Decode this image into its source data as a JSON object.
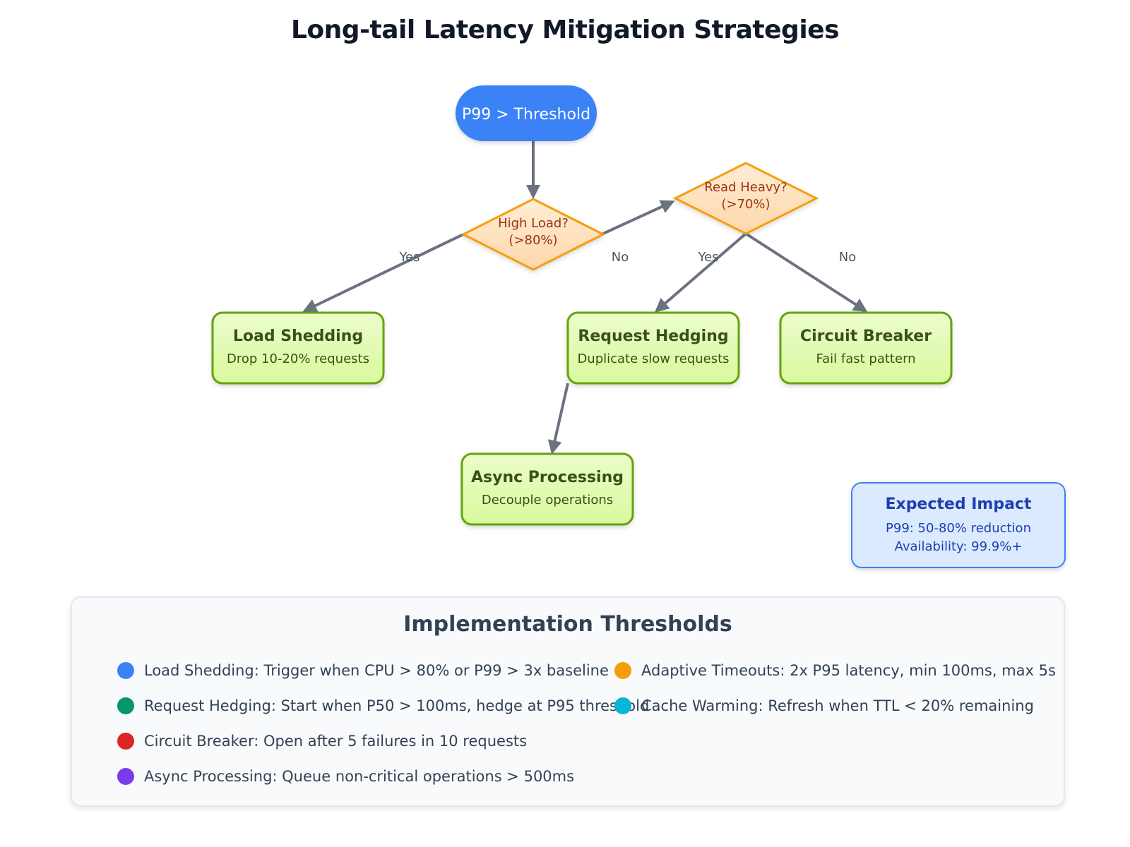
{
  "title": "Long-tail Latency Mitigation Strategies",
  "flow": {
    "start": "P99 > Threshold",
    "decision_load": {
      "line1": "High Load?",
      "line2": "(>80%)"
    },
    "decision_read": {
      "line1": "Read Heavy?",
      "line2": "(>70%)"
    },
    "edges": {
      "load_yes": "Yes",
      "load_no": "No",
      "read_yes": "Yes",
      "read_no": "No"
    },
    "strategies": [
      {
        "title": "Load Shedding",
        "subtitle": "Drop 10-20% requests"
      },
      {
        "title": "Request Hedging",
        "subtitle": "Duplicate slow requests"
      },
      {
        "title": "Circuit Breaker",
        "subtitle": "Fail fast pattern"
      },
      {
        "title": "Async Processing",
        "subtitle": "Decouple operations"
      }
    ]
  },
  "impact": {
    "title": "Expected Impact",
    "line1": "P99: 50-80% reduction",
    "line2": "Availability: 99.9%+"
  },
  "thresholds": {
    "title": "Implementation Thresholds",
    "left": [
      {
        "text": "Load Shedding: Trigger when CPU > 80% or P99 > 3x baseline",
        "color": "#3b82f6"
      },
      {
        "text": "Request Hedging: Start when P50 > 100ms, hedge at P95 threshold",
        "color": "#059669"
      },
      {
        "text": "Circuit Breaker: Open after 5 failures in 10 requests",
        "color": "#dc2626"
      },
      {
        "text": "Async Processing: Queue non-critical operations > 500ms",
        "color": "#7c3aed"
      }
    ],
    "right": [
      {
        "text": "Adaptive Timeouts: 2x P95 latency, min 100ms, max 5s",
        "color": "#f59e0b"
      },
      {
        "text": "Cache Warming: Refresh when TTL < 20% remaining",
        "color": "#06b6d4"
      }
    ]
  },
  "colors": {
    "start_fill": "#3b82f6",
    "decision_fill": "#fed7aa",
    "decision_stroke": "#f59e0b",
    "strategy_fill": "#d9f99d",
    "strategy_stroke": "#65a30d",
    "edge": "#6b7280",
    "impact_fill": "#dbeafe",
    "impact_stroke": "#3b82f6"
  }
}
